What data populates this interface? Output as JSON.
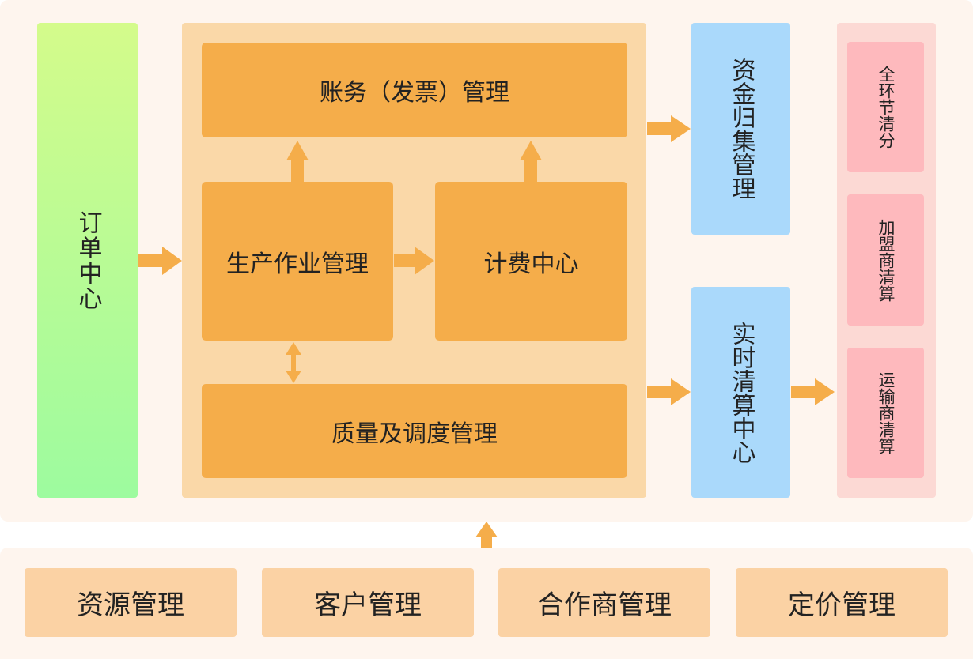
{
  "order_center": "订单中心",
  "core": {
    "accounting": "账务（发票）管理",
    "production": "生产作业管理",
    "billing": "计费中心",
    "quality": "质量及调度管理"
  },
  "blue": {
    "fund": "资金归集管理",
    "realtime": "实时清算中心"
  },
  "clearing": [
    "全环节清分",
    "加盟商清算",
    "运输商清算"
  ],
  "modules": [
    "资源管理",
    "客户管理",
    "合作商管理",
    "定价管理"
  ],
  "colors": {
    "arrow": "#f5ad4a",
    "orange_box": "#f5ad4a",
    "core_bg": "#fad8a8",
    "blue_box": "#aad9fb",
    "pink_box": "#feb9bd",
    "module_box": "#fbd2a4"
  }
}
